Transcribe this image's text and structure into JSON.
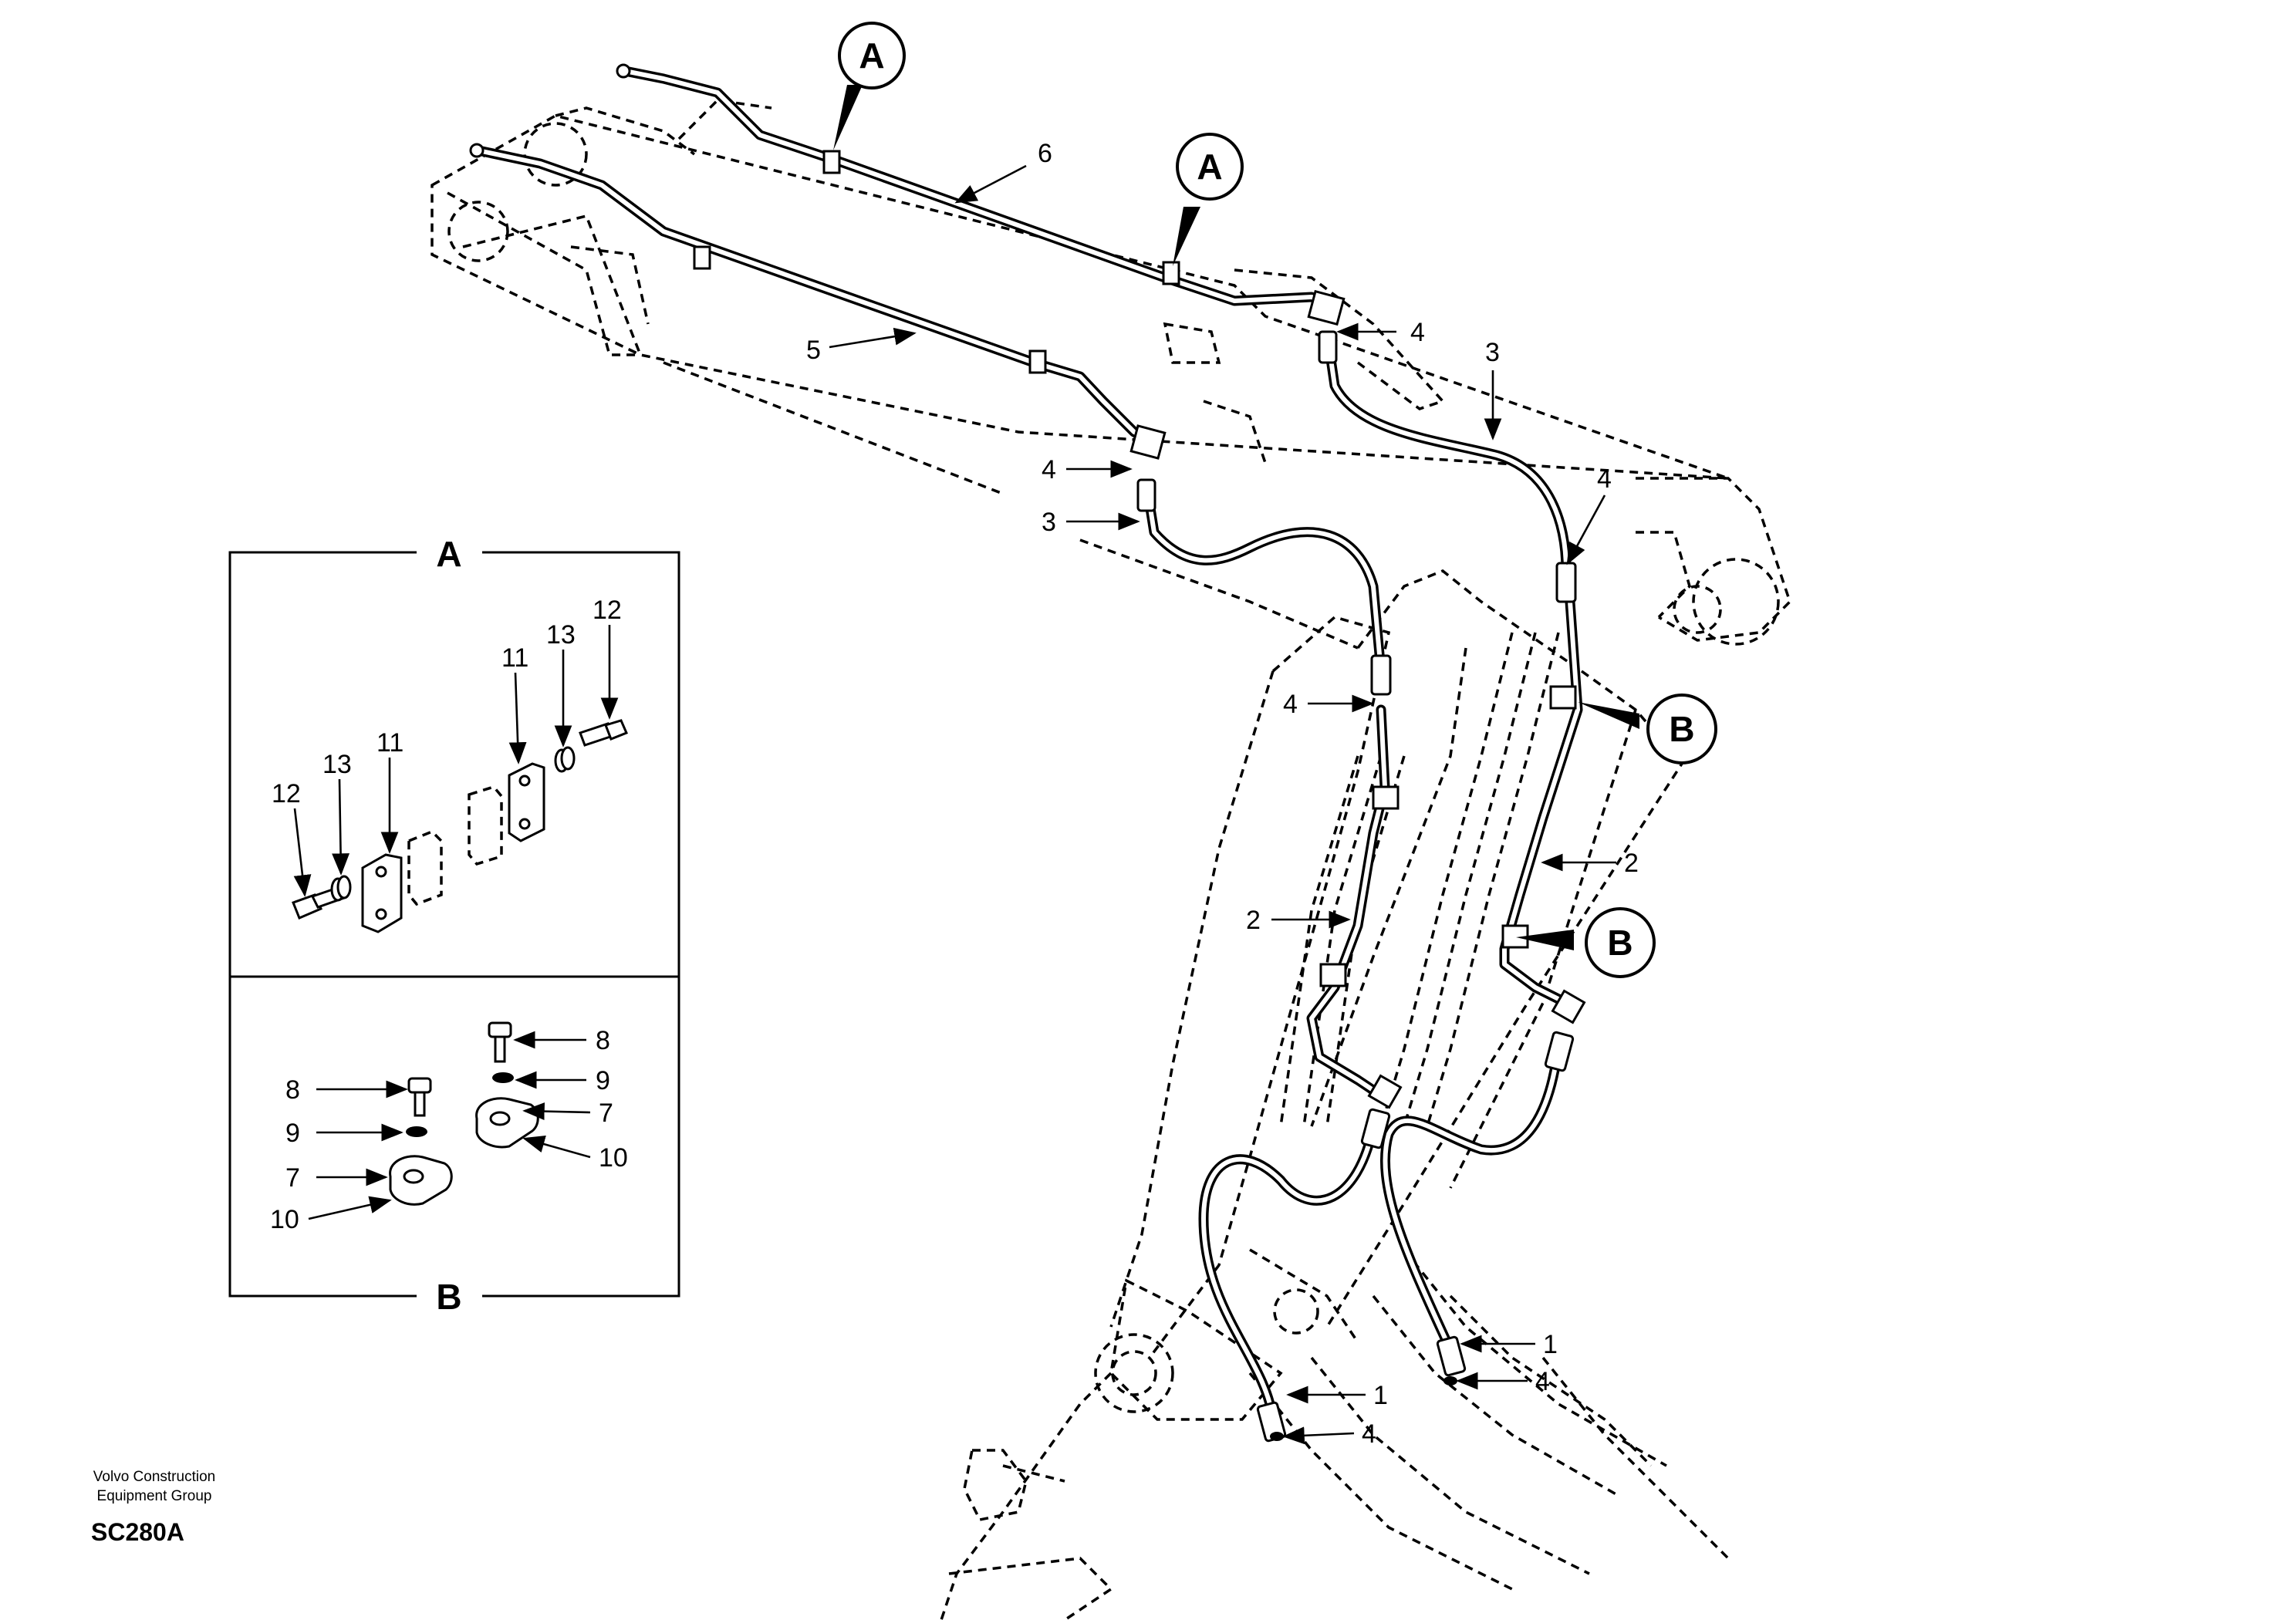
{
  "footer": {
    "org_line1": "Volvo Construction",
    "org_line2": "Equipment Group",
    "code": "SC280A"
  },
  "detail_boxes": {
    "a": {
      "title": "A"
    },
    "b": {
      "title": "B"
    }
  },
  "callouts": {
    "a1": "A",
    "a2": "A",
    "b1": "B",
    "b2": "B"
  },
  "labels": {
    "l6": "6",
    "l5": "5",
    "l4a": "4",
    "l3a": "3",
    "l4b": "4",
    "l3b": "3",
    "l4c": "4",
    "l4d": "4",
    "l2a": "2",
    "l2b": "2",
    "l1a": "1",
    "l4e": "4",
    "l1b": "1",
    "l4f": "4",
    "boxA": {
      "l12a": "12",
      "l13a": "13",
      "l11a": "11",
      "l11b": "11",
      "l13b": "13",
      "l12b": "12"
    },
    "boxB": {
      "l8a": "8",
      "l9a": "9",
      "l7a": "7",
      "l10a": "10",
      "l8b": "8",
      "l9b": "9",
      "l7b": "7",
      "l10b": "10"
    }
  }
}
